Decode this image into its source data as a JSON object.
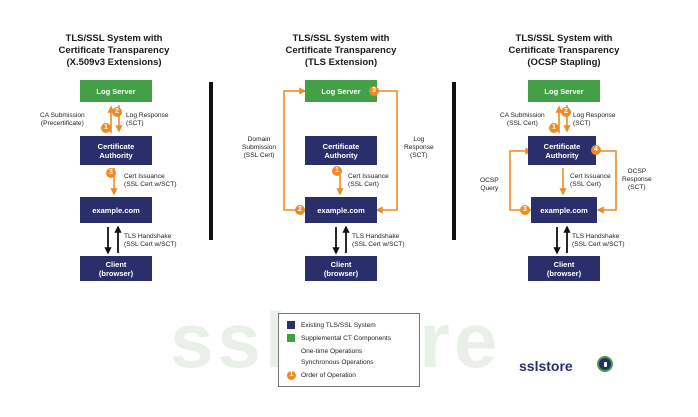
{
  "diagrams": [
    {
      "title": [
        "TLS/SSL System with",
        "Certificate Transparency",
        "(X.509v3 Extensions)"
      ],
      "boxes": {
        "log": "Log Server",
        "ca": [
          "Certificate",
          "Authority"
        ],
        "site": "example.com",
        "client": [
          "Client",
          "(browser)"
        ]
      },
      "labels": {
        "ca_submission": [
          "CA Submission",
          "(Precertificate)"
        ],
        "log_response": [
          "Log Response",
          "(SCT)"
        ],
        "cert_issuance": [
          "Cert Issuance",
          "(SSL Cert w/SCT)"
        ],
        "tls_handshake": [
          "TLS Handshake",
          "(SSL Cert w/SCT)"
        ]
      },
      "numbers": [
        "1",
        "2",
        "3"
      ]
    },
    {
      "title": [
        "TLS/SSL System with",
        "Certificate Transparency",
        "(TLS Extension)"
      ],
      "boxes": {
        "log": "Log Server",
        "ca": [
          "Certificate",
          "Authority"
        ],
        "site": "example.com",
        "client": [
          "Client",
          "(browser)"
        ]
      },
      "labels": {
        "domain_submission": [
          "Domain",
          "Submission",
          "(SSL Cert)"
        ],
        "log_response": [
          "Log",
          "Response",
          "(SCT)"
        ],
        "cert_issuance": [
          "Cert Issuance",
          "(SSL Cert)"
        ],
        "tls_handshake": [
          "TLS Handshake",
          "(SSL Cert w/SCT)"
        ]
      },
      "numbers": [
        "1",
        "2",
        "3"
      ]
    },
    {
      "title": [
        "TLS/SSL System with",
        "Certificate Transparency",
        "(OCSP Stapling)"
      ],
      "boxes": {
        "log": "Log Server",
        "ca": [
          "Certificate",
          "Authority"
        ],
        "site": "example.com",
        "client": [
          "Client",
          "(browser)"
        ]
      },
      "labels": {
        "ca_submission": [
          "CA Submission",
          "(SSL Cert)"
        ],
        "log_response": [
          "Log Response",
          "(SCT)"
        ],
        "cert_issuance": [
          "Cert Issuance",
          "(SSL Cert)"
        ],
        "tls_handshake": [
          "TLS Handshake",
          "(SSL Cert w/SCT)"
        ],
        "ocsp_query": [
          "OCSP",
          "Query"
        ],
        "ocsp_response": [
          "OCSP",
          "Response",
          "(SCT)"
        ]
      },
      "numbers": [
        "1",
        "2",
        "3",
        "4"
      ]
    }
  ],
  "legend": {
    "items": [
      {
        "label": "Existing TLS/SSL System",
        "swatch": "square",
        "color": "#2a2f6b"
      },
      {
        "label": "Supplemental CT Components",
        "swatch": "square",
        "color": "#43a047"
      },
      {
        "label": "One-time Operations",
        "swatch": "arrow",
        "color": "#f08a24"
      },
      {
        "label": "Synchronous Operations",
        "swatch": "arrow",
        "color": "#111111"
      },
      {
        "label": "Order of Operation",
        "swatch": "number",
        "color": "#f08a24",
        "number": "1"
      }
    ]
  },
  "watermark": "sslstore",
  "logo": {
    "text": "sslstore"
  },
  "colors": {
    "navy": "#2a2f6b",
    "green": "#43a047",
    "orange": "#f08a24",
    "black": "#111111"
  }
}
